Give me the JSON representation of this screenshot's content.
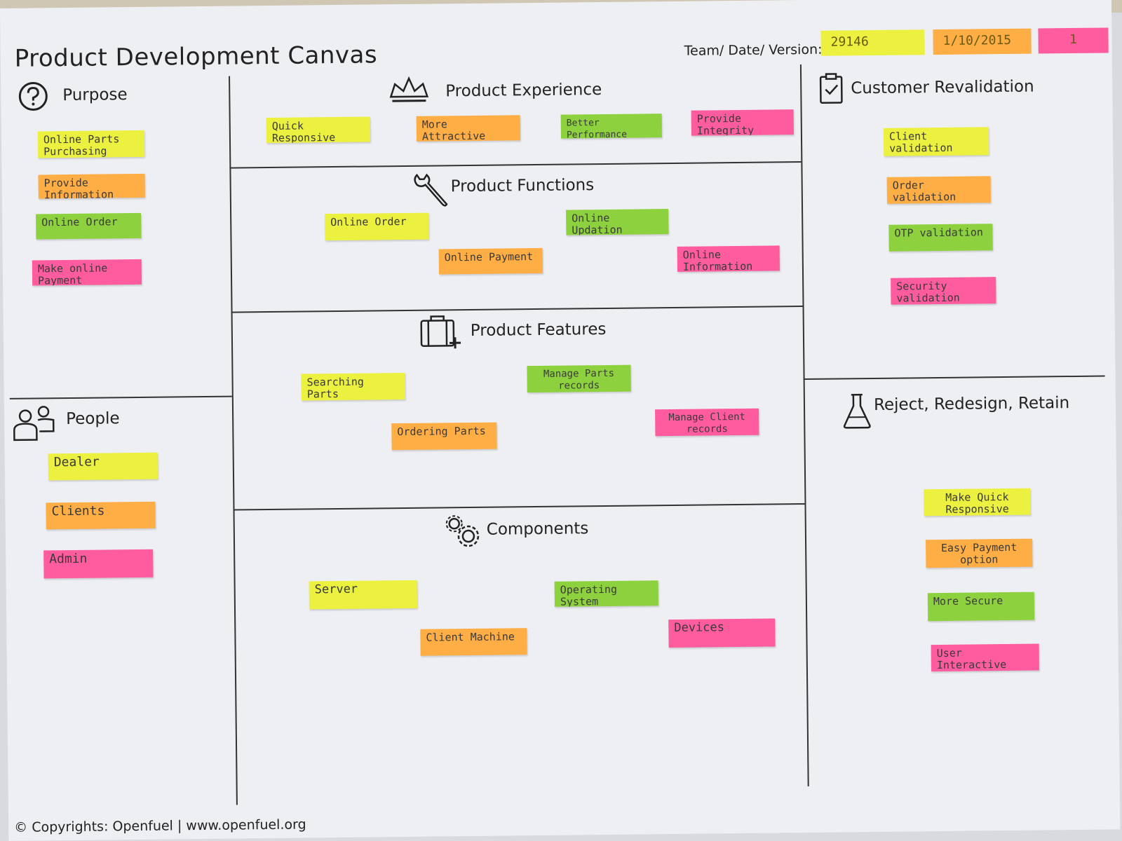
{
  "canvas": {
    "title": "Product Development Canvas",
    "team_label": "Team/ Date/ Version:",
    "team": "29146",
    "date": "1/10/2015",
    "version": "1",
    "footer": "© Copyrights: Openfuel | www.openfuel.org"
  },
  "purpose": {
    "title": "Purpose",
    "notes": [
      {
        "text": "Online Parts Purchasing",
        "color": "#ecf03e"
      },
      {
        "text": "Provide Information",
        "color": "#ffad45"
      },
      {
        "text": "Online Order",
        "color": "#8dd13e"
      },
      {
        "text": "Make online Payment",
        "color": "#ff5ca0"
      }
    ]
  },
  "people": {
    "title": "People",
    "notes": [
      {
        "text": "Dealer",
        "color": "#ecf03e"
      },
      {
        "text": "Clients",
        "color": "#ffad45"
      },
      {
        "text": "Admin",
        "color": "#ff5ca0"
      }
    ]
  },
  "experience": {
    "title": "Product Experience",
    "notes": [
      {
        "text": "Quick Responsive",
        "color": "#ecf03e"
      },
      {
        "text": "More Attractive",
        "color": "#ffad45"
      },
      {
        "text": "Better Performance",
        "color": "#8dd13e"
      },
      {
        "text": "Provide Integrity",
        "color": "#ff5ca0"
      }
    ]
  },
  "functions": {
    "title": "Product Functions",
    "notes": [
      {
        "text": "Online Order",
        "color": "#ecf03e"
      },
      {
        "text": "Online Updation",
        "color": "#8dd13e"
      },
      {
        "text": "Online Payment",
        "color": "#ffad45"
      },
      {
        "text": "Online Information",
        "color": "#ff5ca0"
      }
    ]
  },
  "features": {
    "title": "Product Features",
    "notes": [
      {
        "text": "Searching Parts",
        "color": "#ecf03e"
      },
      {
        "text": "Manage Parts records",
        "color": "#8dd13e"
      },
      {
        "text": "Ordering Parts",
        "color": "#ffad45"
      },
      {
        "text": "Manage Client records",
        "color": "#ff5ca0"
      }
    ]
  },
  "components": {
    "title": "Components",
    "notes": [
      {
        "text": "Server",
        "color": "#ecf03e"
      },
      {
        "text": "Operating System",
        "color": "#8dd13e"
      },
      {
        "text": "Client Machine",
        "color": "#ffad45"
      },
      {
        "text": "Devices",
        "color": "#ff5ca0"
      }
    ]
  },
  "revalidation": {
    "title": "Customer Revalidation",
    "notes": [
      {
        "text": "Client validation",
        "color": "#ecf03e"
      },
      {
        "text": "Order validation",
        "color": "#ffad45"
      },
      {
        "text": "OTP validation",
        "color": "#8dd13e"
      },
      {
        "text": "Security validation",
        "color": "#ff5ca0"
      }
    ]
  },
  "rrr": {
    "title": "Reject, Redesign, Retain",
    "notes": [
      {
        "text": "Make Quick Responsive",
        "color": "#ecf03e"
      },
      {
        "text": "Easy Payment option",
        "color": "#ffad45"
      },
      {
        "text": "More Secure",
        "color": "#8dd13e"
      },
      {
        "text": "User Interactive",
        "color": "#ff5ca0"
      }
    ]
  }
}
